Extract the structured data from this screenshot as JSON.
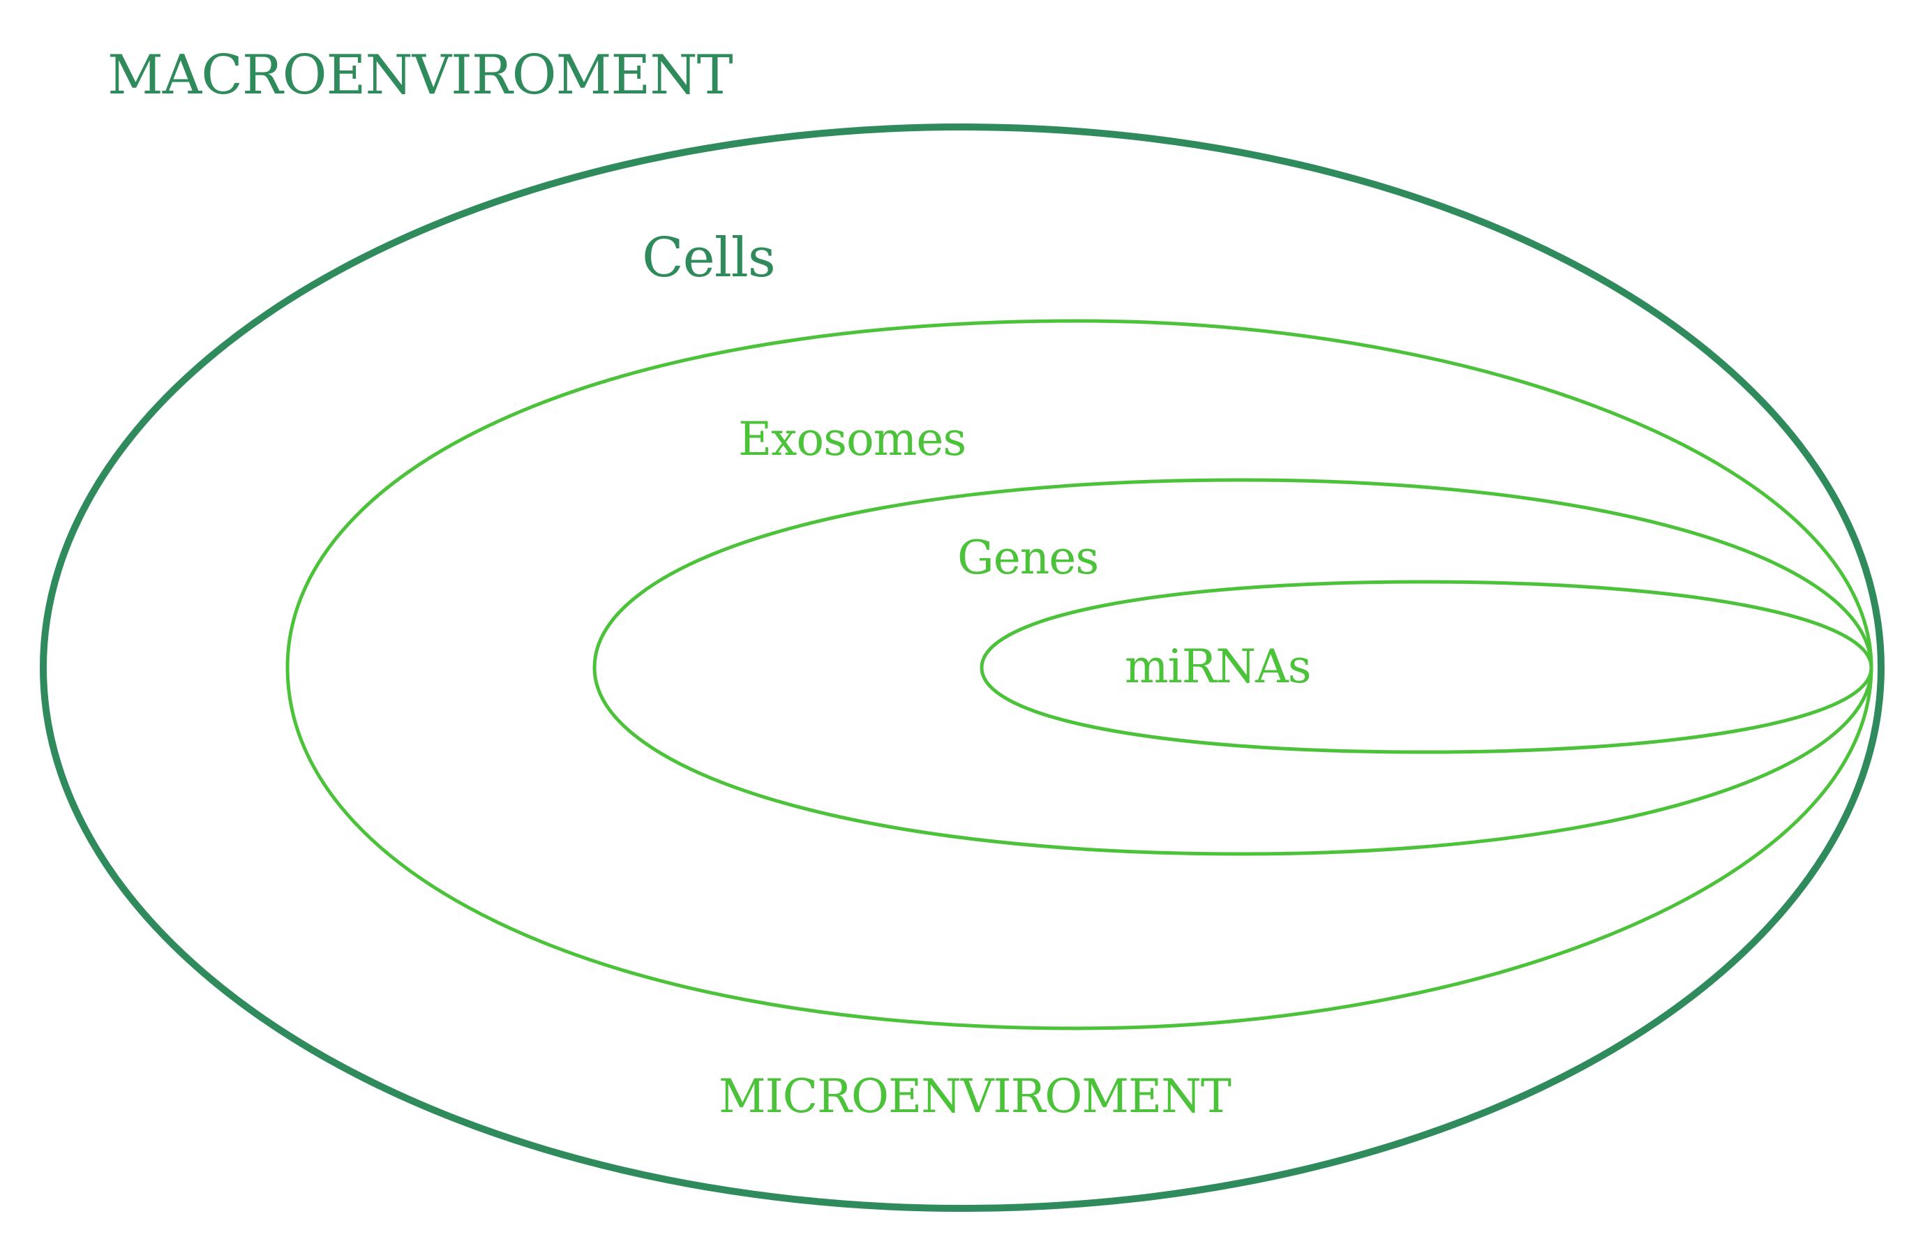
{
  "diagram": {
    "macro_label": "MACROENVIROMENT",
    "micro_label": "MICROENVIROMENT",
    "layers": [
      {
        "label": "Cells"
      },
      {
        "label": "Exosomes"
      },
      {
        "label": "Genes"
      },
      {
        "label": "miRNAs"
      }
    ]
  },
  "colors": {
    "dark_green": "#2f8a5c",
    "light_green": "#4cc23a"
  }
}
